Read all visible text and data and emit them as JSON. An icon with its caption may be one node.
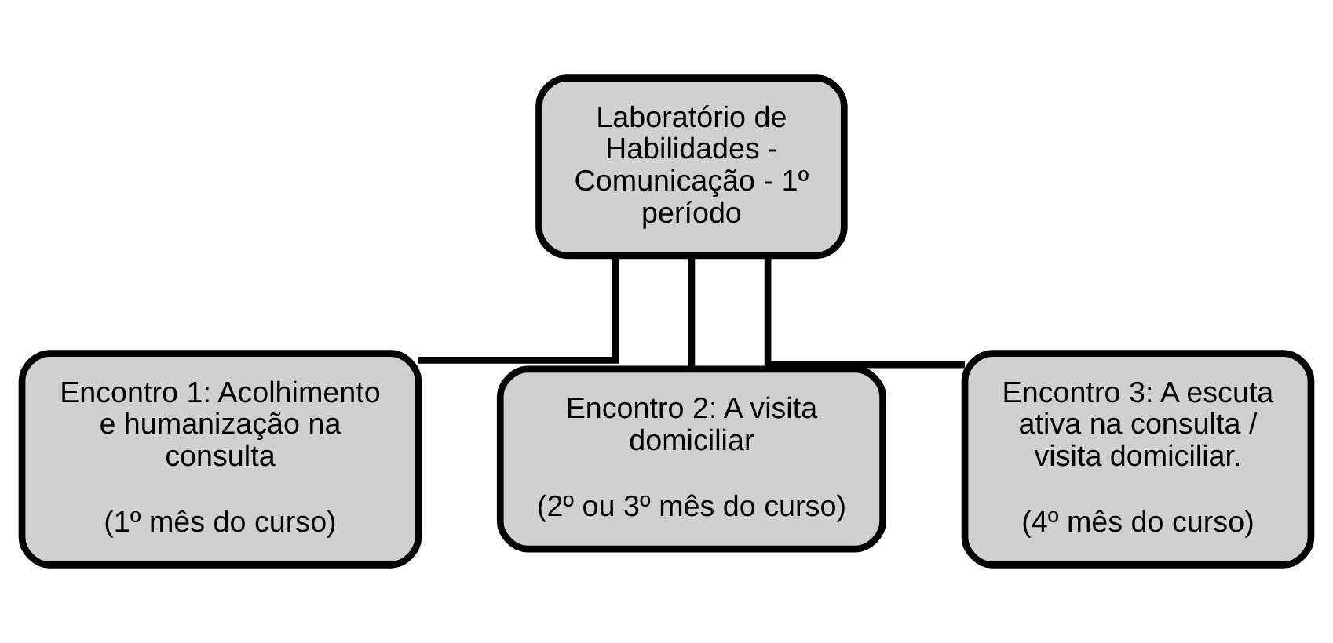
{
  "diagram": {
    "nodes": [
      {
        "text": [
          "Laboratório de Habilidades - Comunicação - 1º período"
        ]
      },
      {
        "text": [
          "Encontro 1: Acolhimento e humanização na consulta",
          "(1º mês do curso)"
        ]
      },
      {
        "text": [
          "Encontro 2: A visita domiciliar",
          "(2º ou 3º mês do curso)"
        ]
      },
      {
        "text": [
          "Encontro 3: A escuta ativa na consulta / visita domiciliar.",
          "(4º mês do curso)"
        ]
      }
    ],
    "edges": [
      {
        "from": 0,
        "to": 1,
        "arrow": "none"
      },
      {
        "from": 0,
        "to": 2,
        "arrow": "none"
      },
      {
        "from": 0,
        "to": 3,
        "arrow": "none"
      }
    ]
  }
}
